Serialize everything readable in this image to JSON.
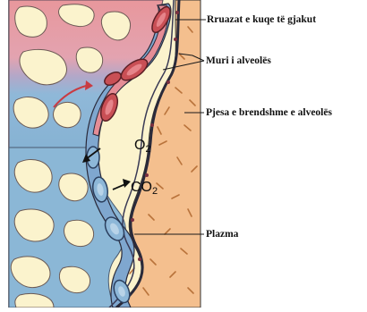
{
  "labels": {
    "capillaries": "Rruazat e kuqe të gjakut",
    "wall": "Muri i alveolës",
    "inner": "Pjesa e brendshme e alveolës",
    "plasma": "Plazma"
  },
  "gases": {
    "o2_main": "O",
    "o2_sub": "2",
    "co2_main": "CO",
    "co2_sub": "2"
  },
  "colors": {
    "alveolus_interior": "#f4bf8e",
    "oxygenated_blood": "#e7959a",
    "deoxygenated_blood": "#8bb7d6",
    "red_blood_cell": "#c94f55",
    "wall": "#2a2a3a",
    "background_tissue": "#fbf3cd"
  }
}
